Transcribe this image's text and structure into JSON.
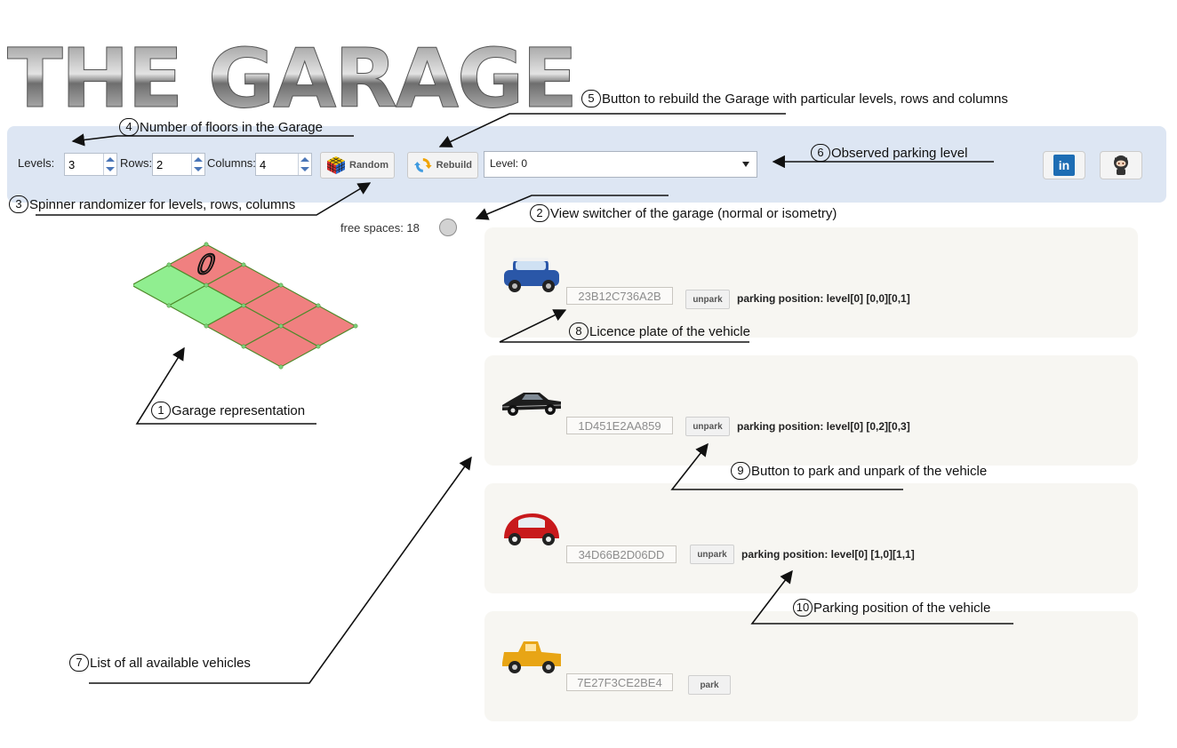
{
  "app": {
    "title": "THE GARAGE"
  },
  "toolbar": {
    "levels_label": "Levels:",
    "levels_value": "3",
    "rows_label": "Rows:",
    "rows_value": "2",
    "columns_label": "Columns:",
    "columns_value": "4",
    "random_label": "Random",
    "rebuild_label": "Rebuild",
    "level_select_value": "Level: 0",
    "linkedin_label": "in"
  },
  "status": {
    "free_spaces": "free spaces: 18"
  },
  "garage": {
    "level_number": "0",
    "cells": [
      {
        "row": 0,
        "col": 0,
        "state": "occupied"
      },
      {
        "row": 0,
        "col": 1,
        "state": "occupied"
      },
      {
        "row": 0,
        "col": 2,
        "state": "occupied"
      },
      {
        "row": 0,
        "col": 3,
        "state": "occupied"
      },
      {
        "row": 1,
        "col": 0,
        "state": "free"
      },
      {
        "row": 1,
        "col": 1,
        "state": "free"
      },
      {
        "row": 1,
        "col": 2,
        "state": "occupied"
      },
      {
        "row": 1,
        "col": 3,
        "state": "occupied"
      }
    ],
    "colors": {
      "occupied": "#f08080",
      "free": "#90ee90",
      "grid": "#4f8a2a"
    }
  },
  "vehicles": [
    {
      "plate": "23B12C736A2B",
      "action": "unpark",
      "position": "parking position: level[0] [0,0][0,1]",
      "car": "mini-cooper-icon"
    },
    {
      "plate": "1D451E2AA859",
      "action": "unpark",
      "position": "parking position: level[0] [0,2][0,3]",
      "car": "impala-icon"
    },
    {
      "plate": "34D66B2D06DD",
      "action": "unpark",
      "position": "parking position: level[0] [1,0][1,1]",
      "car": "beetle-icon"
    },
    {
      "plate": "7E27F3CE2BE4",
      "action": "park",
      "position": "",
      "car": "pickup-truck-icon"
    }
  ],
  "annotations": {
    "a1": {
      "num": "1",
      "text": "Garage representation"
    },
    "a2": {
      "num": "2",
      "text": "View switcher of the garage (normal or isometry)"
    },
    "a3": {
      "num": "3",
      "text": "Spinner randomizer for levels, rows, columns"
    },
    "a4": {
      "num": "4",
      "text": "Number of floors in the Garage"
    },
    "a5": {
      "num": "5",
      "text": "Button to rebuild the Garage with particular levels, rows and columns"
    },
    "a6": {
      "num": "6",
      "text": "Observed parking level"
    },
    "a7": {
      "num": "7",
      "text": "List of all available vehicles"
    },
    "a8": {
      "num": "8",
      "text": "Licence plate of the vehicle"
    },
    "a9": {
      "num": "9",
      "text": "Button to park and unpark of the vehicle"
    },
    "a10": {
      "num": "10",
      "text": "Parking position of the vehicle"
    }
  }
}
